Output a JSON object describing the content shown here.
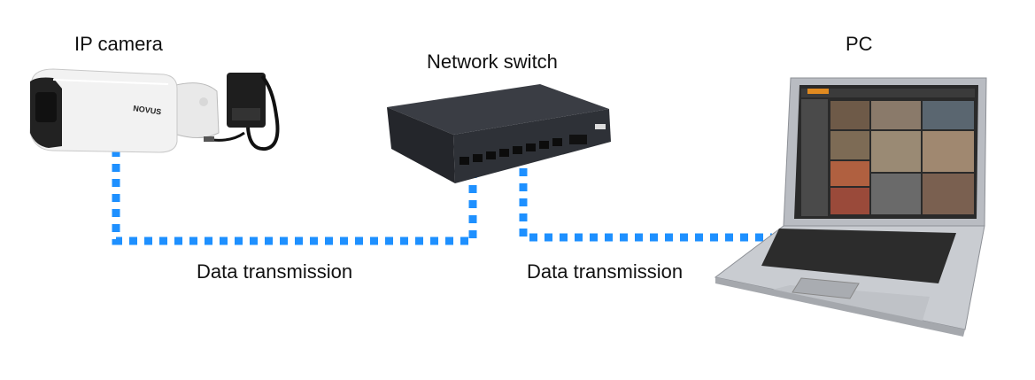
{
  "labels": {
    "camera": "IP camera",
    "switch": "Network switch",
    "pc": "PC",
    "link_camera": "Data transmission",
    "link_pc": "Data transmission"
  },
  "camera_brand": "NOVUS",
  "colors": {
    "cable": "#1e90ff",
    "text": "#111111",
    "switch_body": "#2a2d33",
    "laptop_body": "#c9ccd1",
    "camera_body": "#f2f2f2"
  }
}
